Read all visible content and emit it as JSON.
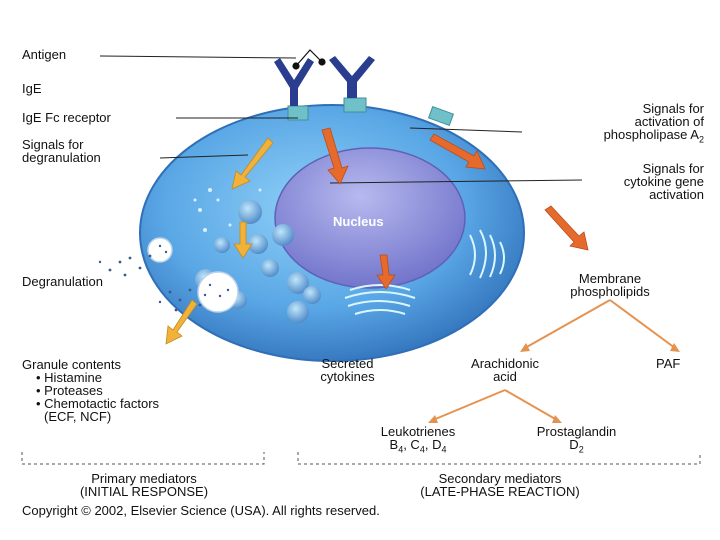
{
  "labels": {
    "antigen": "Antigen",
    "ige": "IgE",
    "ige_fc_receptor": "IgE Fc receptor",
    "signals_degranulation": [
      "Signals for",
      "degranulation"
    ],
    "degranulation": "Degranulation",
    "granule_contents": {
      "heading": "Granule contents",
      "items": [
        "• Histamine",
        "• Proteases",
        "• Chemotactic factors"
      ],
      "note": "(ECF, NCF)"
    },
    "signals_phospholipase": [
      "Signals for",
      "activation of",
      "phospholipase A",
      "2"
    ],
    "signals_cytokine": [
      "Signals for",
      "cytokine gene",
      "activation"
    ],
    "nucleus": "Nucleus",
    "membrane_phospholipids": [
      "Membrane",
      "phospholipids"
    ],
    "secreted_cytokines": [
      "Secreted",
      "cytokines"
    ],
    "arachidonic_acid": [
      "Arachidonic",
      "acid"
    ],
    "paf": "PAF",
    "leukotrienes": [
      "Leukotrienes",
      "B",
      "4",
      ", C",
      "4",
      ", D",
      "4"
    ],
    "prostaglandin": [
      "Prostaglandin",
      "D",
      "2"
    ],
    "primary_mediators": [
      "Primary mediators",
      "(INITIAL RESPONSE)"
    ],
    "secondary_mediators": [
      "Secondary mediators",
      "(LATE-PHASE REACTION)"
    ],
    "copyright": "Copyright © 2002, Elsevier Science (USA). All rights reserved."
  },
  "colors": {
    "cell": "#5aa7e6",
    "cell_dark": "#2f6fb8",
    "nucleus": "#8d8fd8",
    "antibody": "#2b3d8f",
    "receptor": "#6fc0c8",
    "arrow_orange": "#e66a2c",
    "arrow_yellow": "#f0b23a",
    "pathway": "#e6924f"
  }
}
